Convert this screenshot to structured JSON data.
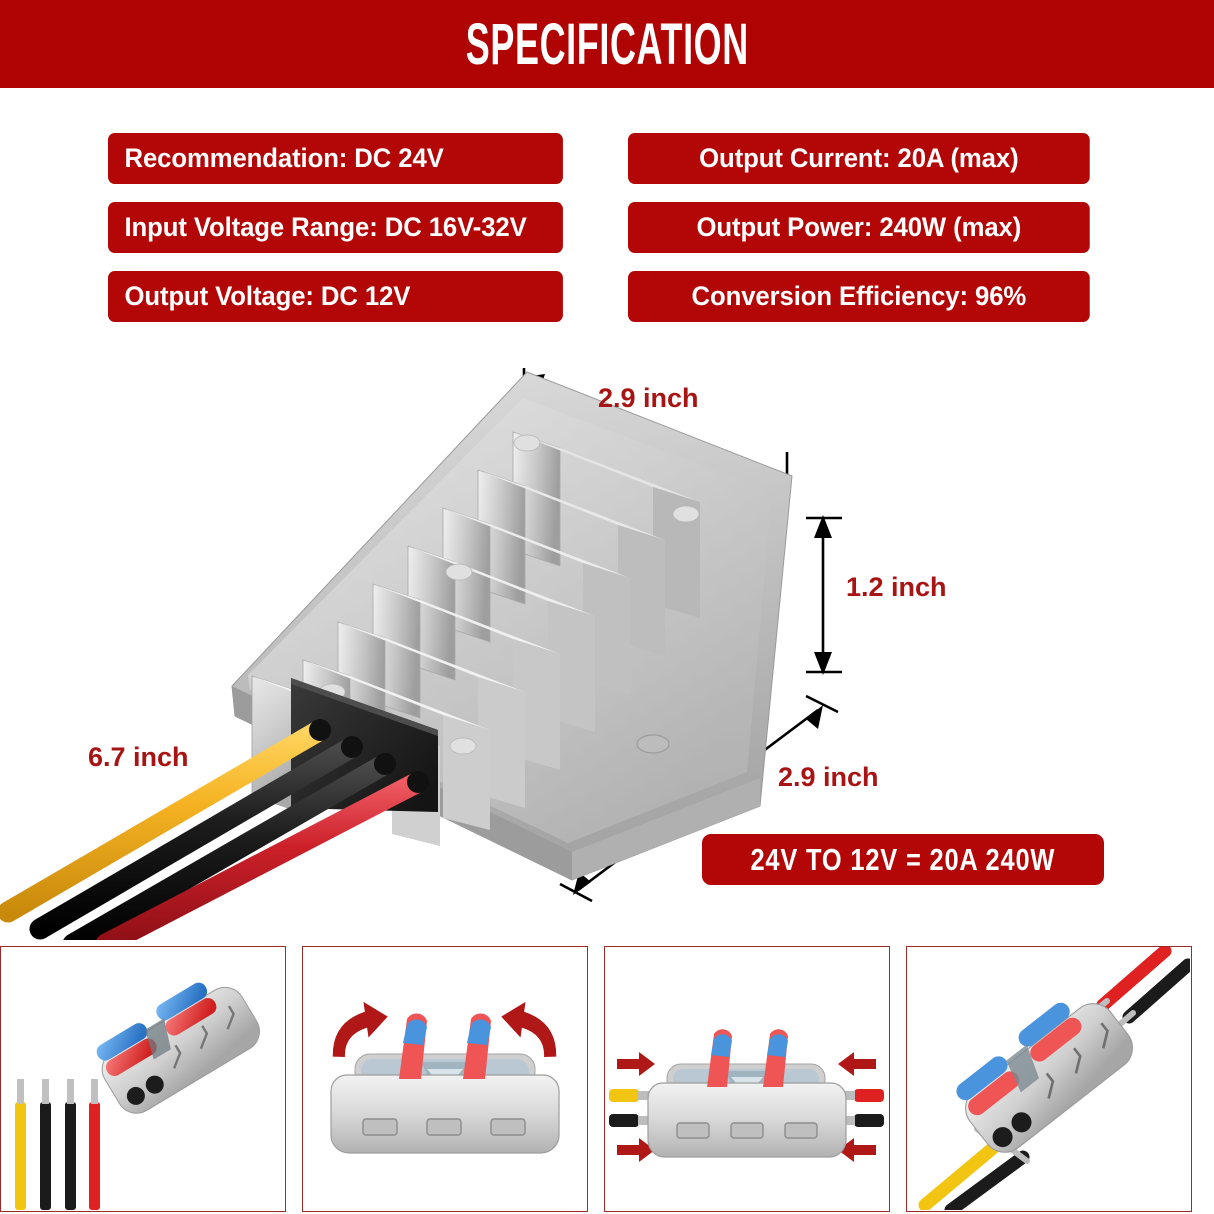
{
  "header": {
    "title": "SPECIFICATION",
    "band_color": "#b00404"
  },
  "specs": {
    "left": [
      {
        "label": "Recommendation: DC 24V"
      },
      {
        "label": "Input Voltage Range: DC 16V-32V"
      },
      {
        "label": "Output Voltage: DC 12V"
      }
    ],
    "right": [
      {
        "label": "Output Current: 20A (max)"
      },
      {
        "label": "Output Power: 240W (max)"
      },
      {
        "label": "Conversion Efficiency: 96%"
      }
    ],
    "chip_color": "#b30606",
    "chip_text_color": "#ffffff"
  },
  "product": {
    "name": "dc-dc-step-down-converter",
    "body_color": "#c9c9c9",
    "end_cap_color": "#2b2b2b",
    "dimensions": {
      "width_top": "2.9 inch",
      "height_right": "1.2 inch",
      "depth_diagonal": "2.9 inch",
      "wire_length": "6.7 inch"
    },
    "dim_text_color": "#a81414",
    "wires": [
      {
        "name": "wire-yellow",
        "color": "#f5b323"
      },
      {
        "name": "wire-black-1",
        "color": "#1a1a1a"
      },
      {
        "name": "wire-black-2",
        "color": "#1a1a1a"
      },
      {
        "name": "wire-red",
        "color": "#cc2029"
      }
    ]
  },
  "ribbon": {
    "text": "24V TO 12V = 20A 240W",
    "background": "#b30606",
    "text_color": "#ffffff"
  },
  "panels": [
    {
      "name": "step-1-wires-and-connector",
      "caption": "",
      "wire_colors": [
        "#f2c513",
        "#1b1b1b",
        "#1b1b1b",
        "#e02121"
      ],
      "connector_body": "#d6d6d6",
      "lever_red": "#e8403f",
      "lever_blue": "#3a8ede"
    },
    {
      "name": "step-2-lift-levers",
      "caption": "",
      "arrow_color": "#b01818",
      "connector_body": "#d6d6d6",
      "lever_red": "#e8403f",
      "lever_blue": "#3a8ede"
    },
    {
      "name": "step-3-insert-wires",
      "caption": "",
      "arrow_color": "#b01818",
      "left_wire_colors": [
        "#f2c513",
        "#1b1b1b"
      ],
      "right_wire_colors": [
        "#e02121",
        "#1b1b1b"
      ],
      "connector_body": "#d6d6d6"
    },
    {
      "name": "step-4-connected",
      "caption": "",
      "wire_colors": [
        "#f2c513",
        "#1b1b1b",
        "#e02121",
        "#1b1b1b"
      ],
      "connector_body": "#d6d6d6",
      "lever_red": "#e8403f",
      "lever_blue": "#3a8ede"
    }
  ]
}
